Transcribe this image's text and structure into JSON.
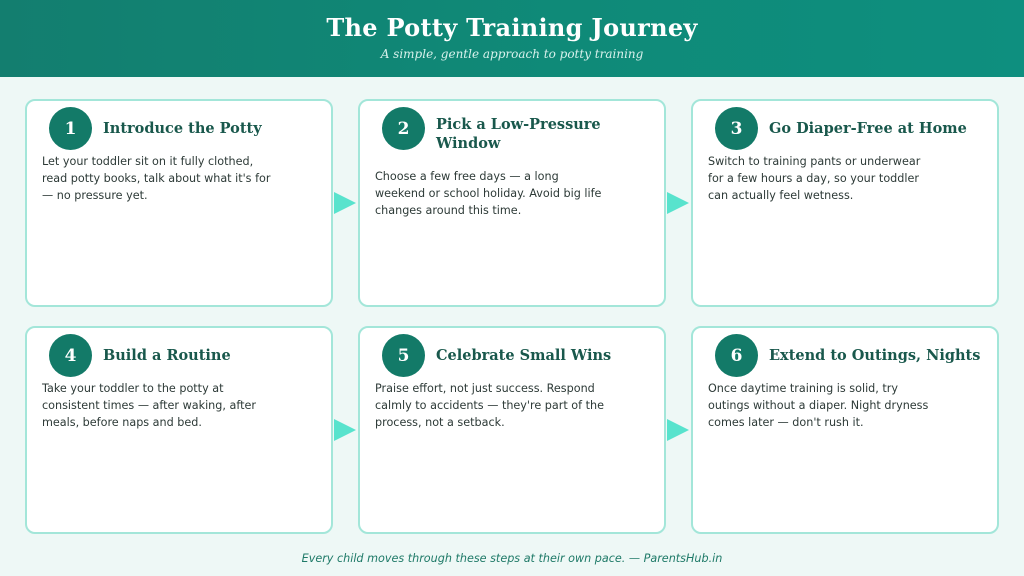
{
  "header": {
    "title": "The Potty Training Journey",
    "subtitle": "A simple, gentle approach to potty training"
  },
  "steps": [
    {
      "number": "1",
      "title": "Introduce the Potty",
      "body": "Let your toddler sit on it fully clothed, read potty books, talk about what it's for — no pressure yet."
    },
    {
      "number": "2",
      "title": "Pick a Low-Pressure Window",
      "body": "Choose a few free days — a long weekend or school holiday. Avoid big life changes around this time."
    },
    {
      "number": "3",
      "title": "Go Diaper-Free at Home",
      "body": "Switch to training pants or underwear for a few hours a day, so your toddler can actually feel wetness."
    },
    {
      "number": "4",
      "title": "Build a Routine",
      "body": "Take your toddler to the potty at consistent times — after waking, after meals, before naps and bed."
    },
    {
      "number": "5",
      "title": "Celebrate Small Wins",
      "body": "Praise effort, not just success. Respond calmly to accidents — they're part of the process, not a setback."
    },
    {
      "number": "6",
      "title": "Extend to Outings, Nights",
      "body": "Once daytime training is solid, try outings without a diaper. Night dryness comes later — don't rush it."
    }
  ],
  "footer": "Every child moves through these steps at their own pace. — ParentsHub.in",
  "colors": {
    "header": "#137e6f",
    "badge": "#137a68",
    "border": "#a3e6d9",
    "arrow": "#58e3cd"
  }
}
